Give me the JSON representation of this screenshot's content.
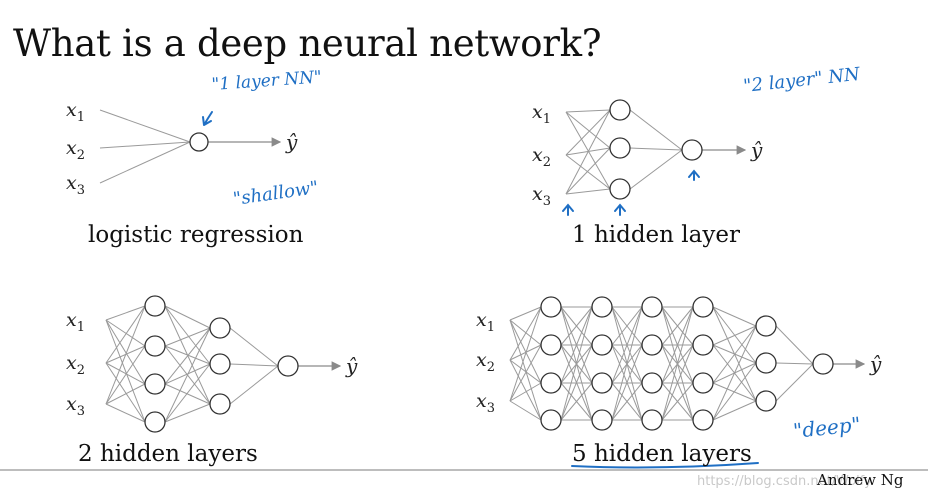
{
  "slide": {
    "title": "What is a deep neural network?",
    "author": "Andrew Ng",
    "watermark": "https://blog.csdn.net/Wolfy"
  },
  "networks": [
    {
      "caption": "logistic regression",
      "inputs": [
        "x1",
        "x2",
        "x3"
      ],
      "hidden_layers": [],
      "output": "ŷ"
    },
    {
      "caption": "1 hidden layer",
      "inputs": [
        "x1",
        "x2",
        "x3"
      ],
      "hidden_layers": [
        3
      ],
      "output": "ŷ"
    },
    {
      "caption": "2 hidden layers",
      "inputs": [
        "x1",
        "x2",
        "x3"
      ],
      "hidden_layers": [
        4,
        3
      ],
      "output": "ŷ"
    },
    {
      "caption": "5 hidden layers",
      "inputs": [
        "x1",
        "x2",
        "x3"
      ],
      "hidden_layers": [
        4,
        4,
        4,
        4,
        3
      ],
      "output": "ŷ"
    }
  ],
  "annotations": {
    "one_layer": "\"1 layer NN\"",
    "two_layer": "\"2 layer\" NN",
    "shallow": "\"shallow\"",
    "deep": "\"deep\""
  },
  "colors": {
    "ink": "#222222",
    "annotation": "#1f6fc4",
    "edge": "#9a9a9a"
  }
}
